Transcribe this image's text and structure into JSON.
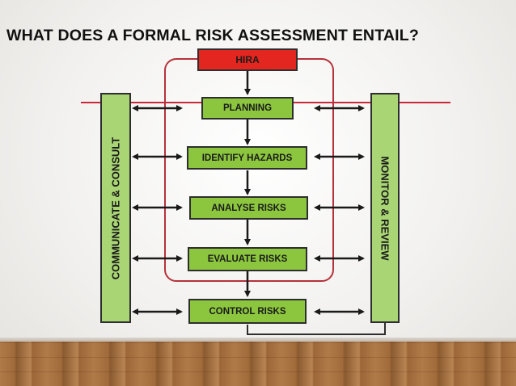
{
  "slide": {
    "title": "WHAT DOES A FORMAL RISK ASSESSMENT ENTAIL?"
  },
  "diagram": {
    "top_box": "HIRA",
    "steps": [
      "PLANNING",
      "IDENTIFY HAZARDS",
      "ANALYSE RISKS",
      "EVALUATE RISKS",
      "CONTROL RISKS"
    ],
    "left_bar": "COMMUNICATE & CONSULT",
    "right_bar": "MONITOR & REVIEW",
    "colors": {
      "step_fill": "#8cc63f",
      "side_fill": "#a9d574",
      "hira_fill": "#e3261f",
      "frame_line": "#b5323a",
      "horizontal_line": "#c8283a"
    }
  }
}
